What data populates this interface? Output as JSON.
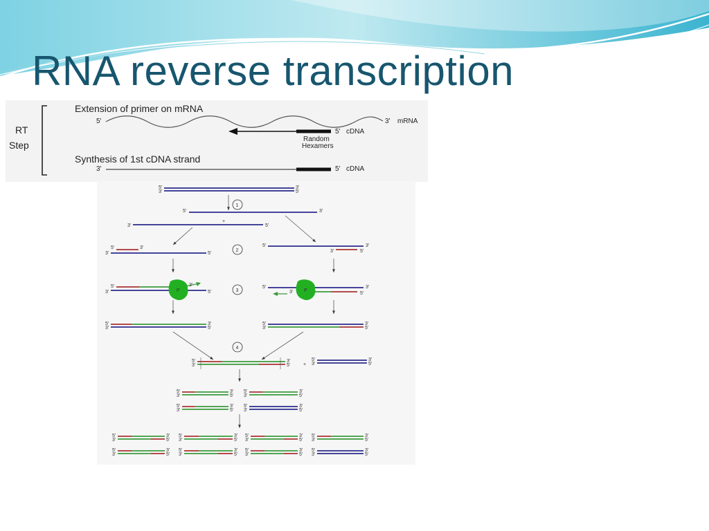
{
  "slide": {
    "title": "RNA reverse transcription"
  },
  "rt_panel": {
    "step_label_line1": "RT",
    "step_label_line2": "Step",
    "heading_1": "Extension of primer on mRNA",
    "heading_2": "Synthesis of 1st cDNA strand",
    "mrna_label": "mRNA",
    "cdna_label": "cDNA",
    "hexamer_label_line1": "Random",
    "hexamer_label_line2": "Hexamers",
    "end_5": "5'",
    "end_3": "3'"
  },
  "pcr_panel": {
    "steps": [
      "1",
      "2",
      "3",
      "4"
    ],
    "plus_sign": "+",
    "end_5": "5'",
    "end_3": "3'",
    "polymerase_label": "P"
  },
  "colors": {
    "title": "#17566e",
    "template_strand": "#2a2a8c",
    "primer": "#a83232",
    "new_strand": "#3a9a3a",
    "polymerase": "#22b022",
    "wave_accent": "#5fc3d8"
  }
}
